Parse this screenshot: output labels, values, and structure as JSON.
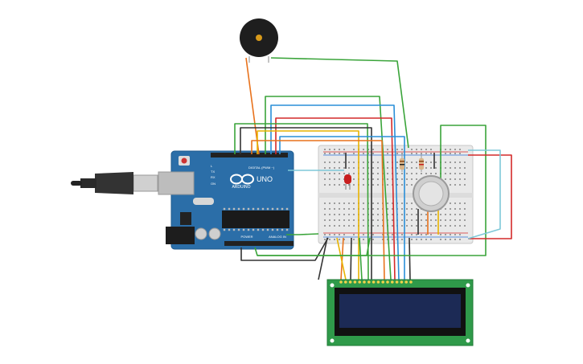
{
  "board": {
    "brand": "ARDUINO",
    "model": "UNO",
    "digital_label": "DIGITAL (PWM ~)",
    "power_label": "POWER",
    "analog_label": "ANALOG IN",
    "on_label": "ON",
    "tx_label": "TX",
    "rx_label": "RX",
    "l_label": "L"
  },
  "components": [
    {
      "name": "piezo-buzzer",
      "kind": "piezo"
    },
    {
      "name": "usb-cable",
      "kind": "usb"
    },
    {
      "name": "arduino-uno",
      "kind": "microcontroller"
    },
    {
      "name": "breadboard",
      "kind": "breadboard"
    },
    {
      "name": "red-led",
      "kind": "led"
    },
    {
      "name": "gas-sensor",
      "kind": "sensor"
    },
    {
      "name": "lcd-16x2",
      "kind": "display"
    },
    {
      "name": "resistor",
      "kind": "resistor"
    }
  ],
  "colors": {
    "board": "#2b6ea8",
    "board_dark": "#1f5a8c",
    "wire_green": "#3aa43a",
    "wire_red": "#d42a2a",
    "wire_black": "#333333",
    "wire_yellow": "#e8b400",
    "wire_orange": "#e8721c",
    "wire_blue": "#2a8fd8",
    "wire_cyan": "#7ec8d8",
    "lcd_pcb": "#2f9a4a",
    "lcd_screen": "#1c2a55",
    "breadboard": "#ececec"
  }
}
